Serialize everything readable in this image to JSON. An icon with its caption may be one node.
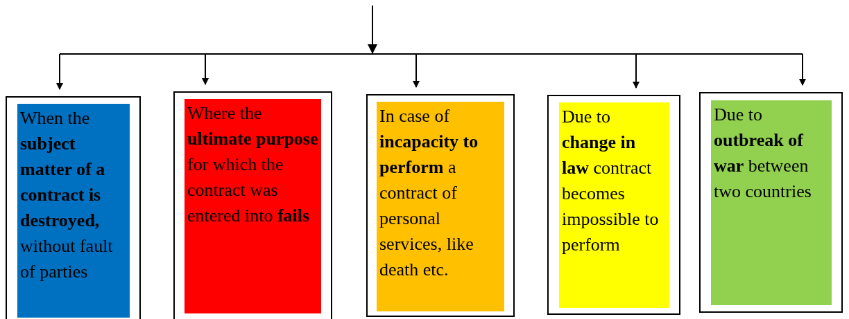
{
  "diagram": {
    "nodes": [
      {
        "text": [],
        "shape": "box"
      },
      {
        "text": [
          "When the **subject matter of a contract is destroyed,** without fault of parties"
        ],
        "in": 0
      },
      {
        "text": [],
        "shape": "box"
      },
      {
        "text": [
          "Where the **ultimate purpose** for which the contract was entered into **fails**"
        ],
        "in": 2
      },
      {
        "text": [],
        "shape": "box"
      },
      {
        "text": [
          "In case of **incapacity to perform** a contract of personal services, like death etc."
        ],
        "in": 4
      },
      {
        "text": [],
        "shape": "box"
      },
      {
        "text": [
          "Due to **change in law** contract becomes impossible to perform"
        ],
        "in": 6
      },
      {
        "text": [],
        "shape": "box"
      },
      {
        "text": [
          "Due to **outbreak of war** between two countries"
        ],
        "in": 8
      }
    ],
    "edges": [
      {
        "from": null,
        "to": 0,
        "arrow": "to"
      },
      {
        "from": null,
        "to": 2,
        "arrow": "to"
      },
      {
        "from": null,
        "to": 4,
        "arrow": "to"
      },
      {
        "from": null,
        "to": 6,
        "arrow": "to"
      },
      {
        "from": null,
        "to": 8,
        "arrow": "to"
      }
    ]
  }
}
